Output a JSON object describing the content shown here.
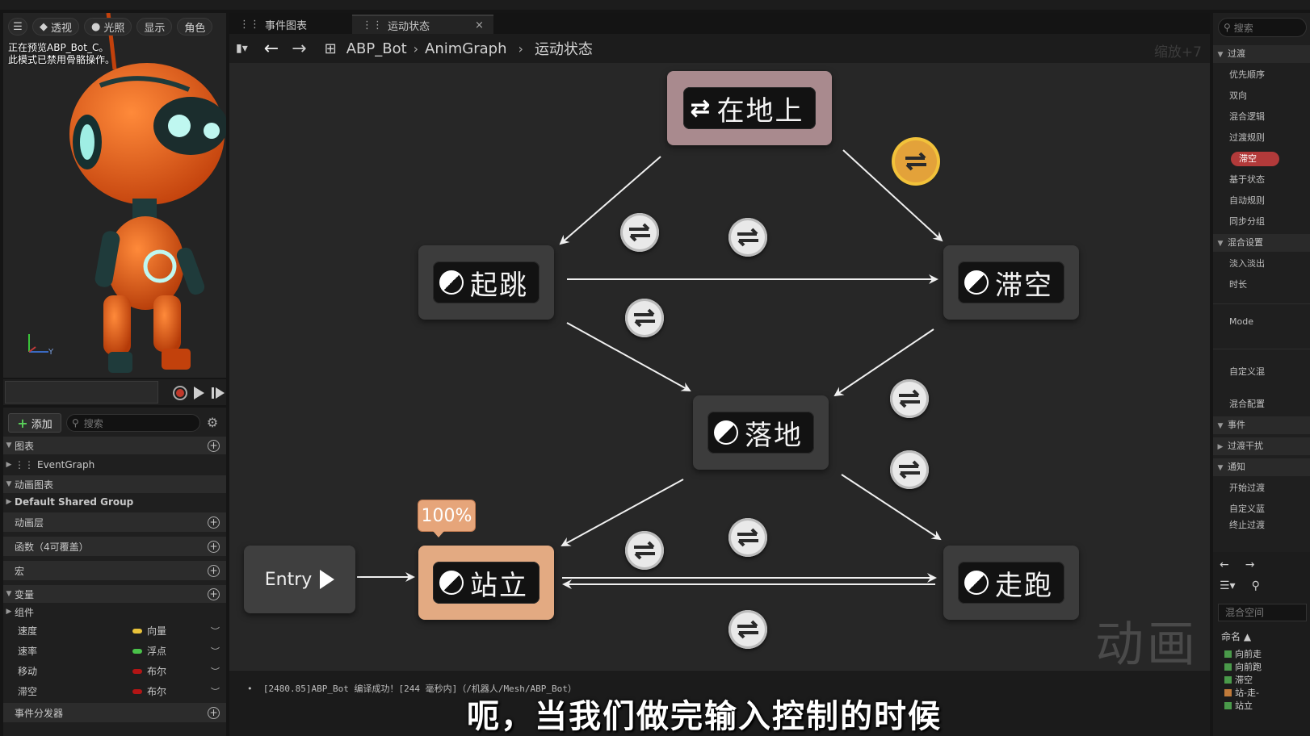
{
  "viewport": {
    "buttons": [
      "透视",
      "光照",
      "显示",
      "角色"
    ],
    "message_line1": "正在预览ABP_Bot_C。",
    "message_line2": "此模式已禁用骨骼操作。",
    "axis_label": "Y"
  },
  "my_blueprint": {
    "add_label": "添加",
    "search_placeholder": "搜索",
    "graphs_section": "图表",
    "event_graph": "EventGraph",
    "anim_graphs_section": "动画图表",
    "default_group": "Default Shared Group",
    "anim_layers": "动画层",
    "functions": "函数（4可覆盖）",
    "macros": "宏",
    "variables_section": "变量",
    "components": "组件",
    "variables": [
      {
        "name": "速度",
        "type": "向量",
        "color": "#e8c23a"
      },
      {
        "name": "速率",
        "type": "浮点",
        "color": "#4ac24a"
      },
      {
        "name": "移动",
        "type": "布尔",
        "color": "#b31515"
      },
      {
        "name": "滞空",
        "type": "布尔",
        "color": "#b31515"
      }
    ],
    "event_dispatchers": "事件分发器"
  },
  "tabs": [
    {
      "label": "事件图表"
    },
    {
      "label": "运动状态",
      "close": "×"
    }
  ],
  "breadcrumb": {
    "items": [
      "ABP_Bot",
      "AnimGraph",
      "运动状态"
    ],
    "zoom": "缩放+7"
  },
  "state_machine": {
    "conduit": "在地上",
    "states": {
      "jump": "起跳",
      "air": "滞空",
      "land": "落地",
      "idle": "站立",
      "run": "走跑"
    },
    "entry": "Entry",
    "weight_badge": "100%",
    "watermark": "动画"
  },
  "log": {
    "line": "[2480.85]ABP_Bot 编译成功！[244 毫秒内]（/机器人/Mesh/ABP_Bot）"
  },
  "subtitle": "呃，当我们做完输入控制的时候",
  "details": {
    "search_placeholder": "搜索",
    "rows": [
      {
        "label": "过渡",
        "section": true
      },
      {
        "label": "优先顺序"
      },
      {
        "label": "双向"
      },
      {
        "label": "混合逻辑"
      },
      {
        "label": "过渡规则"
      },
      {
        "label": "基于状态"
      },
      {
        "label": "自动规则"
      },
      {
        "label": "同步分组"
      },
      {
        "label": "混合设置",
        "section": true
      },
      {
        "label": "淡入淡出"
      },
      {
        "label": "时长"
      },
      {
        "label": "Mode"
      },
      {
        "label": "自定义混"
      },
      {
        "label": "混合配置"
      },
      {
        "label": "事件",
        "section": true
      },
      {
        "label": "过渡干扰",
        "section": true
      },
      {
        "label": "通知",
        "section": true
      },
      {
        "label": "开始过渡"
      },
      {
        "label": "自定义蓝"
      },
      {
        "label": "终止过渡"
      }
    ],
    "rule_tag": "滞空",
    "lower_header": "混合空间",
    "name_col": "命名",
    "items": [
      "向前走",
      "向前跑",
      "滞空",
      "站-走-",
      "站立"
    ]
  }
}
